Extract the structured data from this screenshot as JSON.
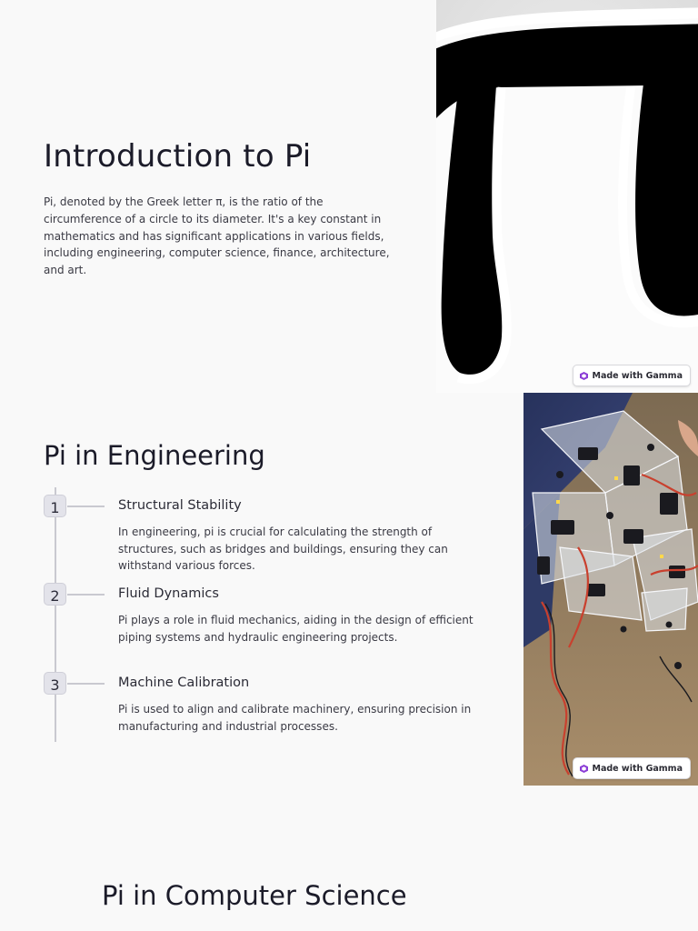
{
  "intro": {
    "title": "Introduction to Pi",
    "body": "Pi, denoted by the Greek letter π, is the ratio of the circumference of a circle to its diameter. It's a key constant in mathematics and has significant applications in various fields, including engineering, computer science, finance, architecture, and art.",
    "image_icon": "pi-symbol-image",
    "badge_label": "Made with Gamma"
  },
  "engineering": {
    "title": "Pi in Engineering",
    "steps": [
      {
        "number": "1",
        "title": "Structural Stability",
        "text": "In engineering, pi is crucial for calculating the strength of structures, such as bridges and buildings, ensuring they can withstand various forces."
      },
      {
        "number": "2",
        "title": "Fluid Dynamics",
        "text": "Pi plays a role in fluid mechanics, aiding in the design of efficient piping systems and hydraulic engineering projects."
      },
      {
        "number": "3",
        "title": "Machine Calibration",
        "text": "Pi is used to align and calibrate machinery, ensuring precision in manufacturing and industrial processes."
      }
    ],
    "image_icon": "robot-photo",
    "badge_label": "Made with Gamma"
  },
  "computer_science": {
    "title": "Pi in Computer Science"
  },
  "colors": {
    "background": "#f9f9f9",
    "heading": "#1b1b29",
    "body_text": "#3a3a44",
    "timeline": "#c9c9d0",
    "gamma_accent": "#8b3dd6"
  }
}
